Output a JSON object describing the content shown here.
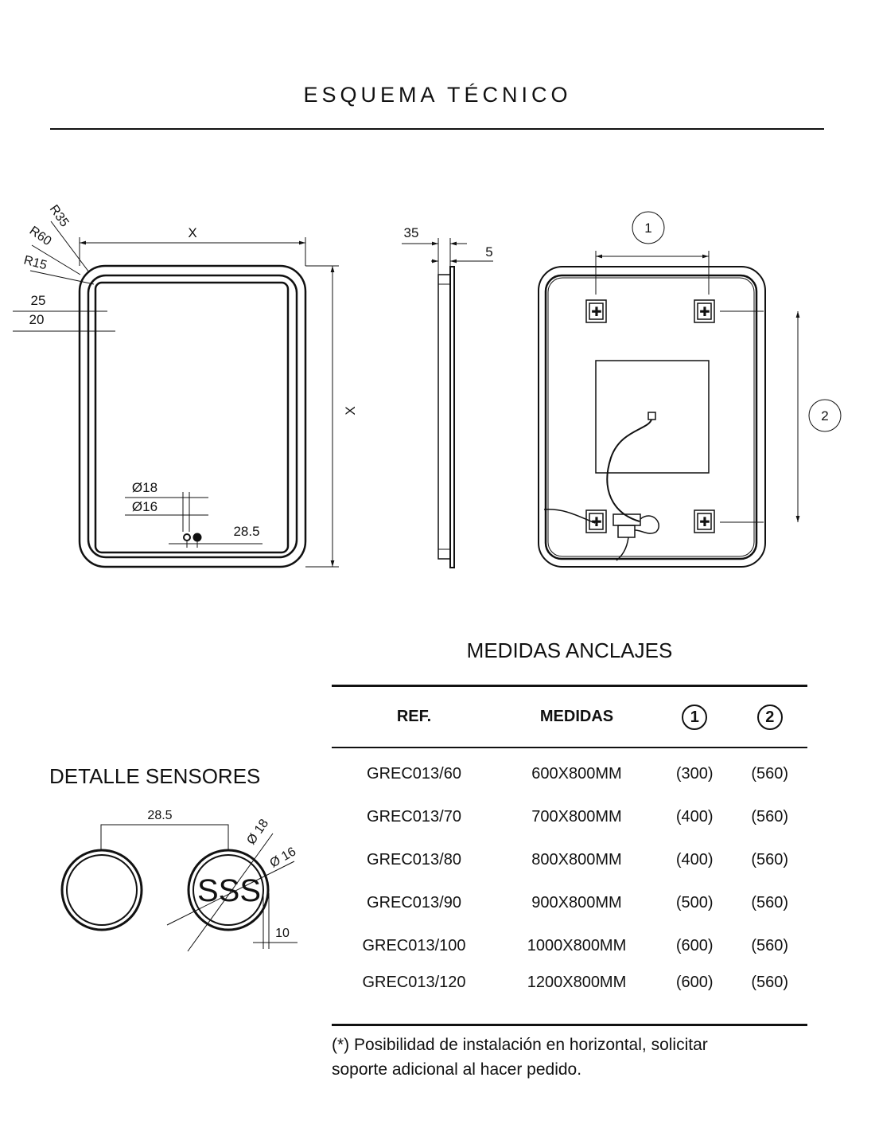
{
  "title": "ESQUEMA TÉCNICO",
  "front_view": {
    "width_label": "X",
    "height_label": "X",
    "radius_labels": [
      "R35",
      "R60",
      "R15"
    ],
    "offset_labels": [
      "25",
      "20"
    ],
    "sensor_diameters": [
      "Ø18",
      "Ø16"
    ],
    "sensor_spacing": "28.5"
  },
  "side_view": {
    "depth_label": "35",
    "glass_label": "5"
  },
  "back_view": {
    "anchor_marker_1": "1",
    "anchor_marker_2": "2"
  },
  "sensor_detail": {
    "title": "DETALLE SENSORES",
    "spacing": "28.5",
    "outer_diameter": "Ø 18",
    "inner_diameter": "Ø 16",
    "offset": "10",
    "sensor_text": "SSS"
  },
  "anchors_table": {
    "title": "MEDIDAS ANCLAJES",
    "headers": [
      "REF.",
      "MEDIDAS",
      "1",
      "2"
    ],
    "rows": [
      [
        "GREC013/60",
        "600X800MM",
        "(300)",
        "(560)"
      ],
      [
        "GREC013/70",
        "700X800MM",
        "(400)",
        "(560)"
      ],
      [
        "GREC013/80",
        "800X800MM",
        "(400)",
        "(560)"
      ],
      [
        "GREC013/90",
        "900X800MM",
        "(500)",
        "(560)"
      ],
      [
        "GREC013/100",
        "1000X800MM",
        "(600)",
        "(560)"
      ],
      [
        "GREC013/120",
        "1200X800MM",
        "(600)",
        "(560)"
      ]
    ]
  },
  "footnote": [
    "(*) Posibilidad de instalación en horizontal, solicitar",
    "soporte adicional al hacer pedido."
  ]
}
